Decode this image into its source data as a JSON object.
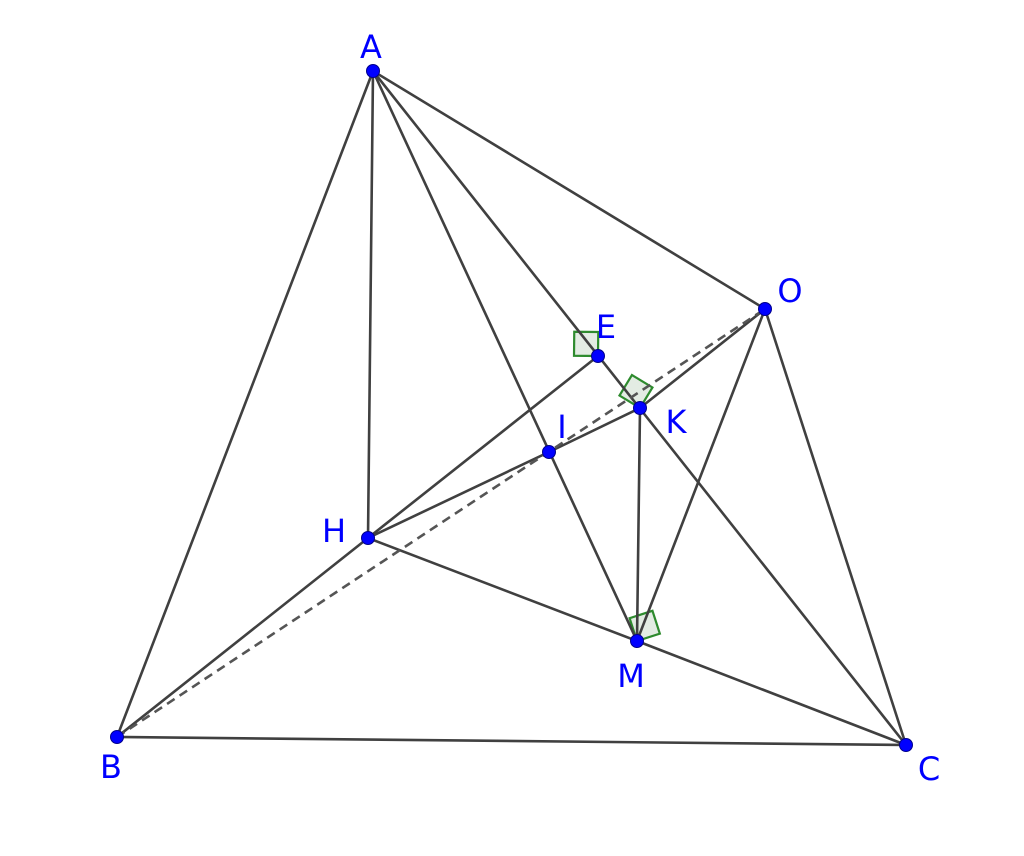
{
  "points": [
    {
      "id": "A",
      "label": "A"
    },
    {
      "id": "B",
      "label": "B"
    },
    {
      "id": "C",
      "label": "C"
    },
    {
      "id": "O",
      "label": "O"
    },
    {
      "id": "E",
      "label": "E"
    },
    {
      "id": "K",
      "label": "K"
    },
    {
      "id": "I",
      "label": "I"
    },
    {
      "id": "H",
      "label": "H"
    },
    {
      "id": "M",
      "label": "M"
    }
  ],
  "segments": [
    [
      "A",
      "B"
    ],
    [
      "B",
      "C"
    ],
    [
      "A",
      "O"
    ],
    [
      "O",
      "C"
    ],
    [
      "A",
      "H"
    ],
    [
      "A",
      "M"
    ],
    [
      "A",
      "C"
    ],
    [
      "B",
      "H"
    ],
    [
      "H",
      "E"
    ],
    [
      "H",
      "I"
    ],
    [
      "I",
      "K"
    ],
    [
      "K",
      "O"
    ],
    [
      "H",
      "M"
    ],
    [
      "M",
      "C"
    ],
    [
      "K",
      "M"
    ],
    [
      "M",
      "O"
    ]
  ],
  "dashed_segments": [
    [
      "B",
      "O"
    ]
  ],
  "right_angles": [
    {
      "vertex": "E",
      "along": [
        "A",
        "H"
      ]
    },
    {
      "vertex": "K",
      "along": [
        "A",
        "O"
      ]
    },
    {
      "vertex": "M",
      "along": [
        "O",
        "C"
      ]
    }
  ],
  "colors": {
    "line": "#404040",
    "point": "#0000ff",
    "label": "#0000ff",
    "right_angle_stroke": "#2e8b2e",
    "right_angle_fill": "#e3ece3"
  }
}
